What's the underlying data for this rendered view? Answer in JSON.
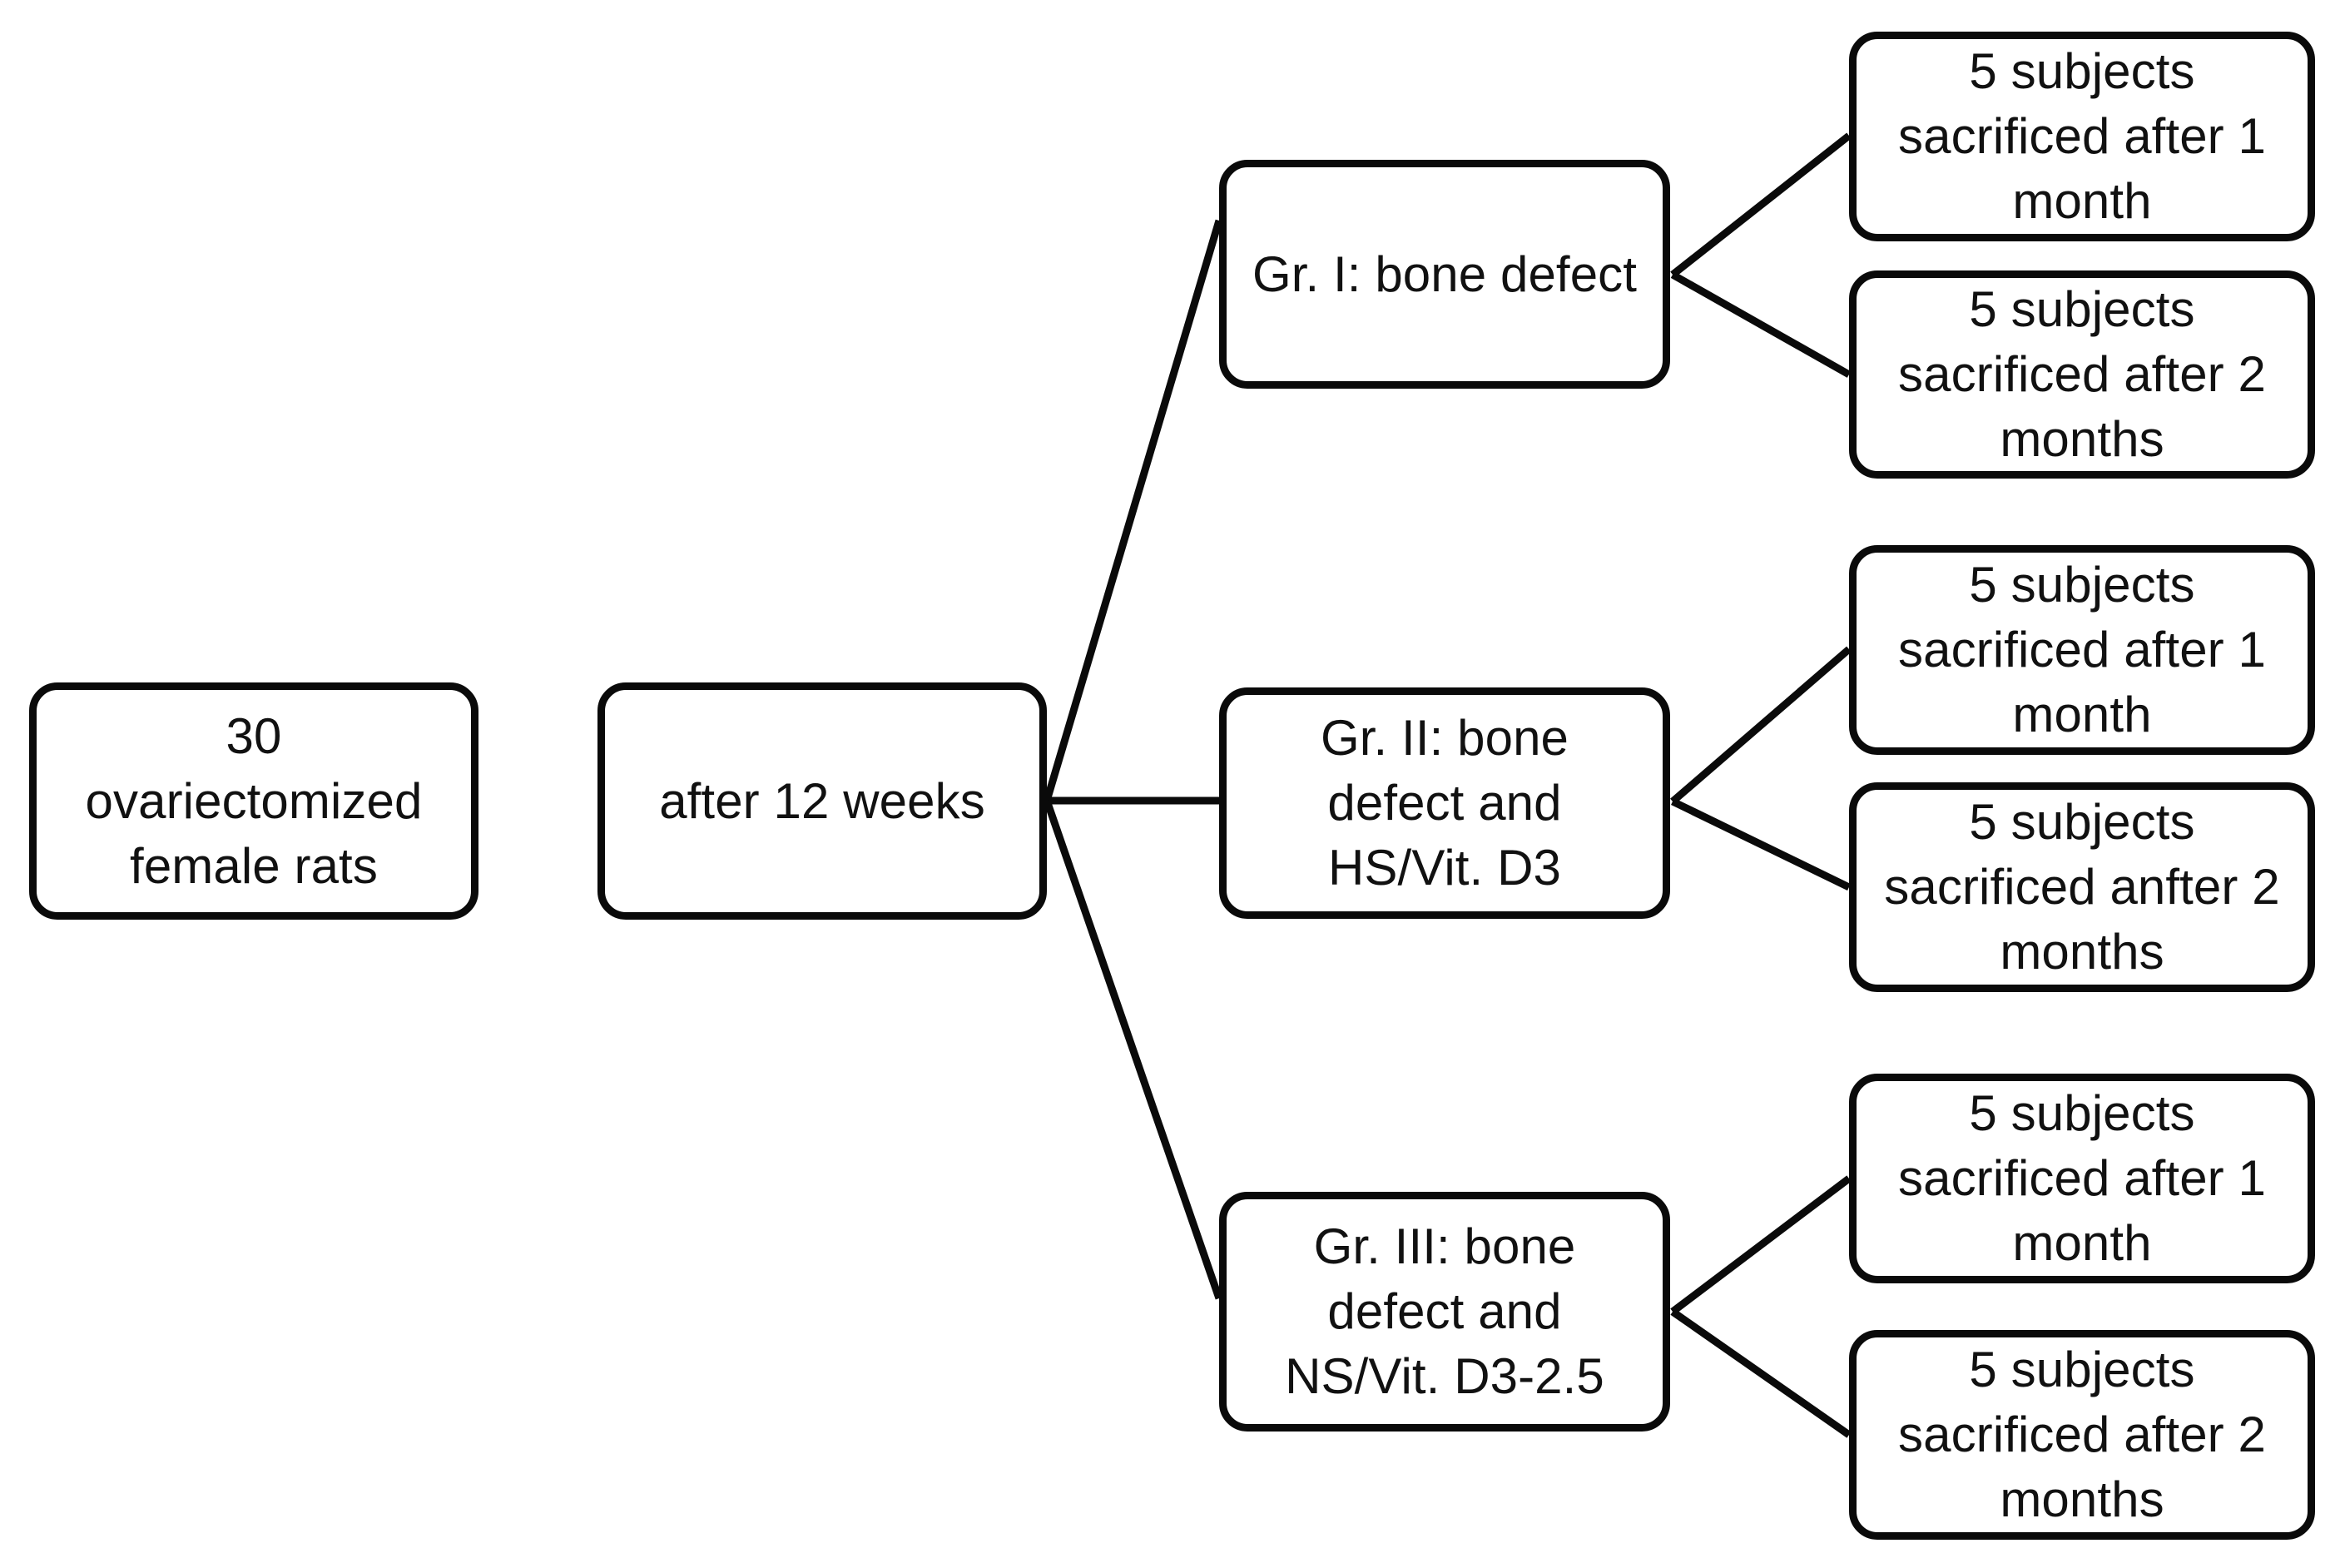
{
  "diagram": {
    "title": "Experimental study design flowchart",
    "type": "flowchart",
    "orientation": "left-to-right",
    "style": {
      "node_fill": "#ffffff",
      "node_stroke": "#0a0a0a",
      "edge_stroke": "#0a0a0a",
      "background": "#ffffff",
      "text_color": "#111111"
    }
  },
  "nodes": {
    "cohort": {
      "label": "30\novariectomized\nfemale rats"
    },
    "timepoint": {
      "label": "after 12 weeks"
    },
    "group_1": {
      "label": "Gr. I: bone defect"
    },
    "group_2": {
      "label": "Gr. II: bone\ndefect and\nHS/Vit. D3"
    },
    "group_3": {
      "label": "Gr. III: bone\ndefect and\nNS/Vit. D3-2.5"
    },
    "outcome_1": {
      "label": "5 subjects\nsacrificed after 1\nmonth"
    },
    "outcome_2": {
      "label": "5 subjects\nsacrificed after 2\nmonths"
    },
    "outcome_3": {
      "label": "5 subjects\nsacrificed after 1\nmonth"
    },
    "outcome_4": {
      "label": "5 subjects\nsacrificed anfter 2\nmonths"
    },
    "outcome_5": {
      "label": "5 subjects\nsacrificed after 1\nmonth"
    },
    "outcome_6": {
      "label": "5 subjects\nsacrificed after 2\nmonths"
    }
  },
  "edges": [
    {
      "from": "timepoint",
      "to": "group_1"
    },
    {
      "from": "timepoint",
      "to": "group_2"
    },
    {
      "from": "timepoint",
      "to": "group_3"
    },
    {
      "from": "group_1",
      "to": "outcome_1"
    },
    {
      "from": "group_1",
      "to": "outcome_2"
    },
    {
      "from": "group_2",
      "to": "outcome_3"
    },
    {
      "from": "group_2",
      "to": "outcome_4"
    },
    {
      "from": "group_3",
      "to": "outcome_5"
    },
    {
      "from": "group_3",
      "to": "outcome_6"
    }
  ]
}
